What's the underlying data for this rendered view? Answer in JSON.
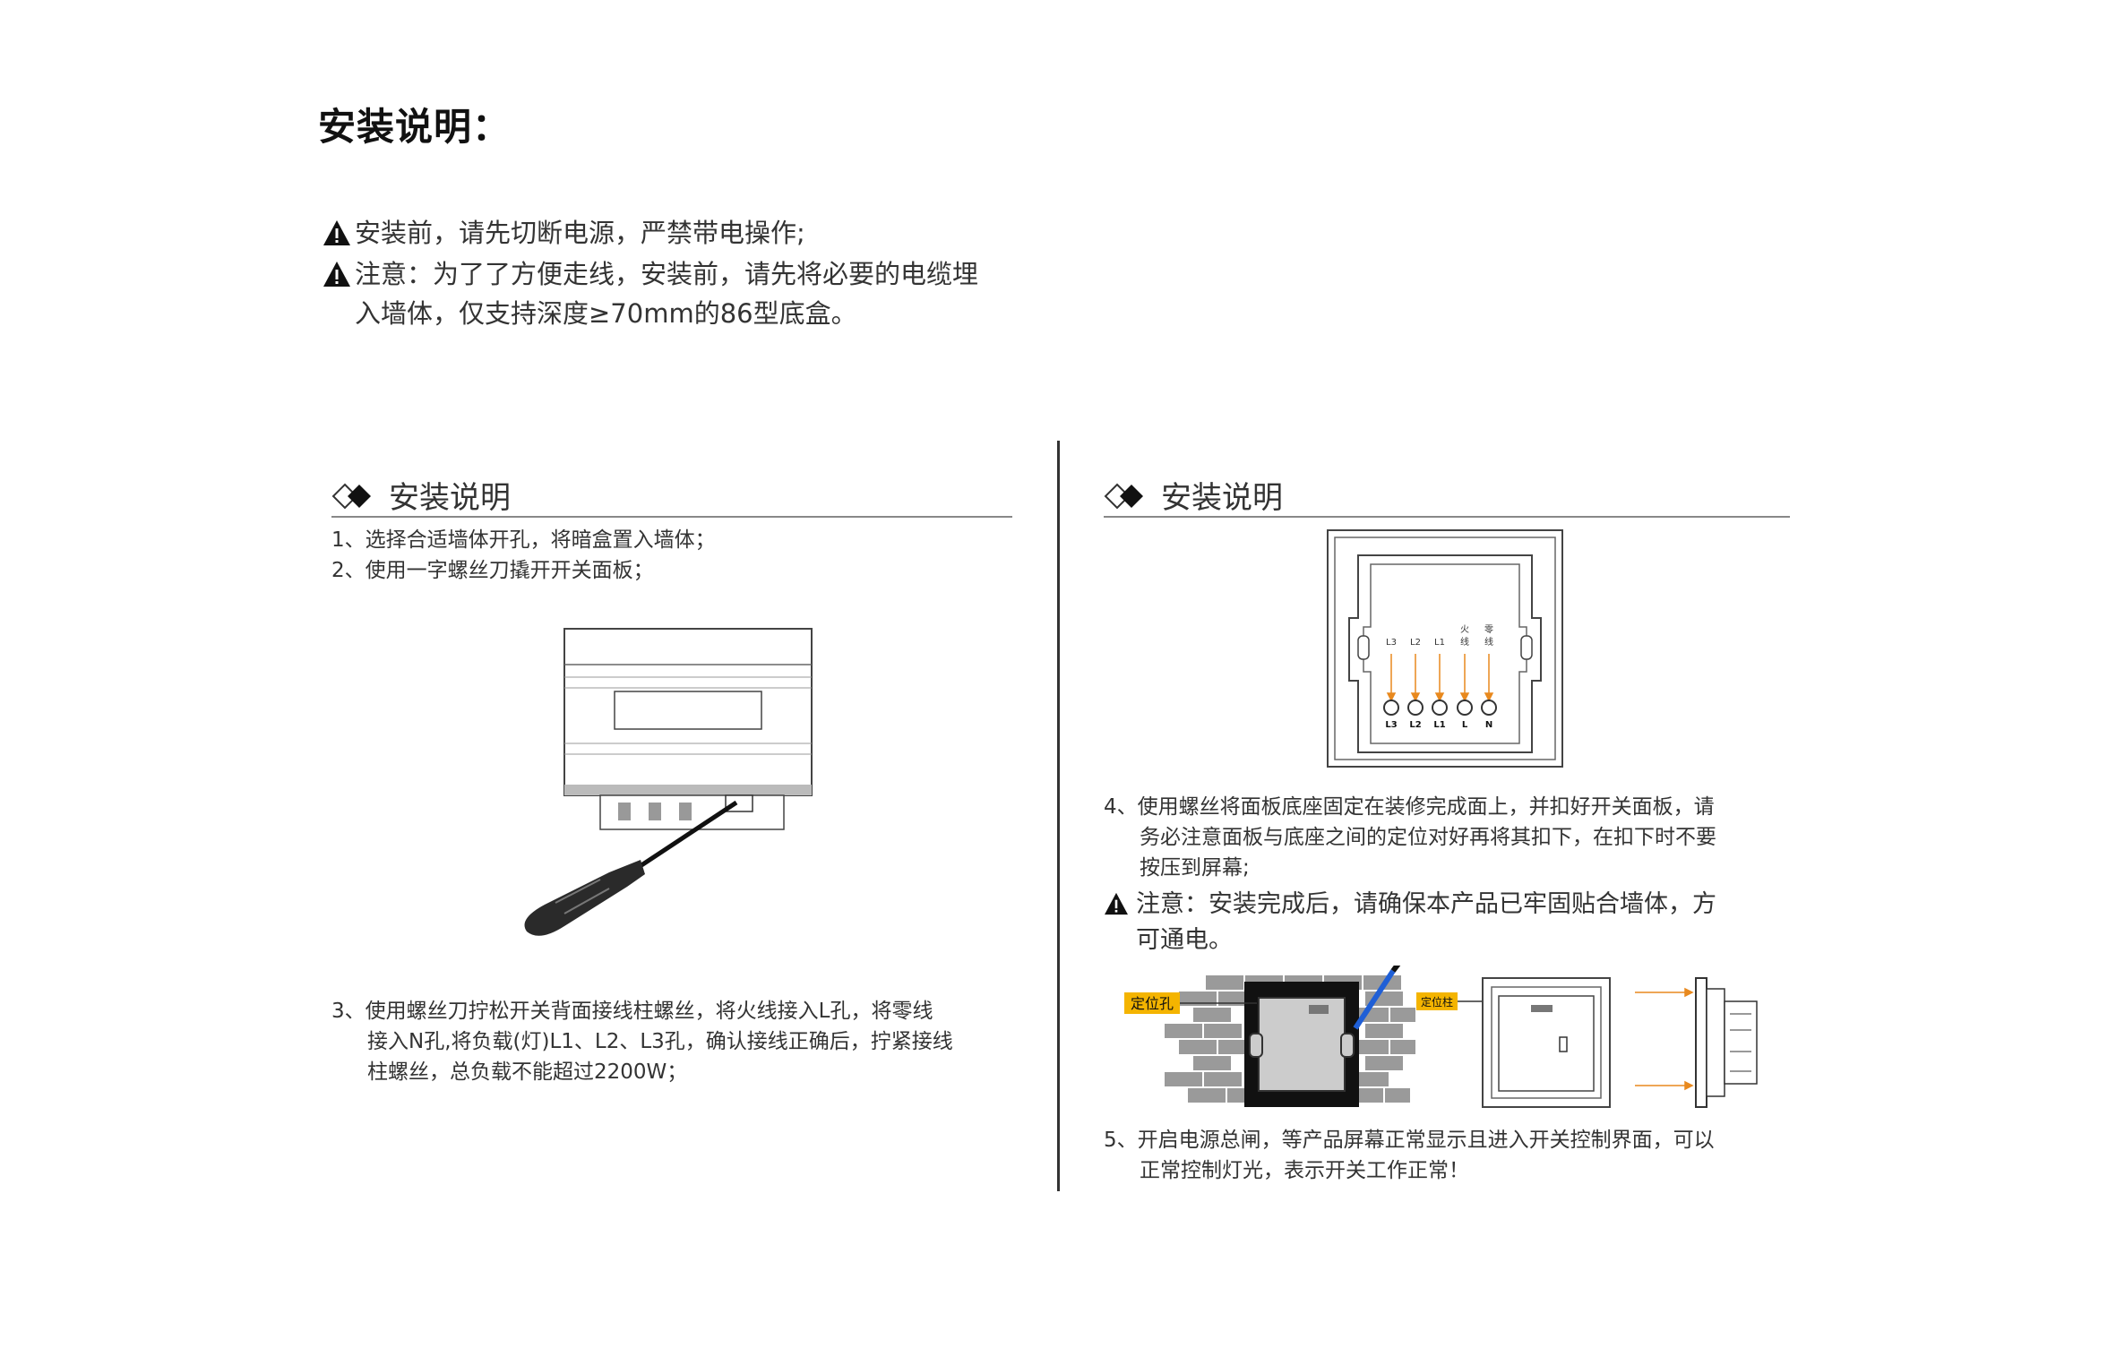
{
  "page_title": "安装说明：",
  "warnings": [
    {
      "icon": "warning-triangle-icon",
      "lines": [
        "安装前，请先切断电源，严禁带电操作;"
      ]
    },
    {
      "icon": "warning-triangle-icon",
      "lines": [
        "注意：为了了方便走线，安装前，请先将必要的电缆埋",
        "入墙体，仅支持深度≥70mm的86型底盒。"
      ]
    }
  ],
  "left": {
    "heading": "安装说明",
    "steps": [
      "1、选择合适墙体开孔，将暗盒置入墙体；",
      "2、使用一字螺丝刀撬开开关面板；"
    ],
    "step3": [
      "3、使用螺丝刀拧松开关背面接线柱螺丝，将火线接入L孔，将零线",
      "接入N孔,将负载(灯)L1、L2、L3孔，确认接线正确后，拧紧接线",
      "柱螺丝，总负载不能超过2200W；"
    ]
  },
  "right": {
    "heading": "安装说明",
    "terminal_labels": {
      "top": [
        "L3",
        "L2",
        "L1",
        "火线",
        "零线"
      ],
      "bottom": [
        "L3",
        "L2",
        "L1",
        "L",
        "N"
      ]
    },
    "step4": [
      "4、使用螺丝将面板底座固定在装修完成面上，并扣好开关面板，请",
      "务必注意面板与底座之间的定位对好再将其扣下，在扣下时不要",
      "按压到屏幕;"
    ],
    "note": [
      "注意：安装完成后，请确保本产品已牢固贴合墙体，方",
      "可通电。"
    ],
    "callout_hole": "定位孔",
    "callout_post": "定位柱",
    "step5": [
      "5、开启电源总闸，等产品屏幕正常显示且进入开关控制界面，可以",
      "正常控制灯光，表示开关工作正常！"
    ]
  },
  "colors": {
    "accent": "#e8891e",
    "callout_bg": "#f4b400",
    "text": "#333333"
  }
}
